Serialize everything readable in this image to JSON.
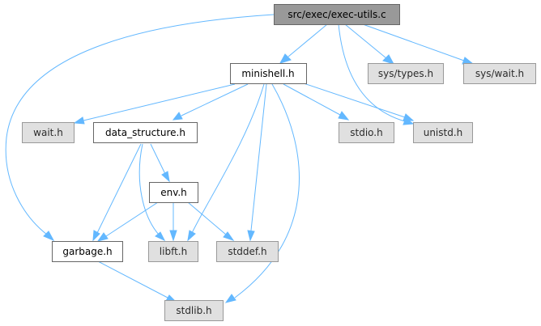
{
  "graph": {
    "root": "src/exec/exec-utils.c",
    "nodes": {
      "root": "src/exec/exec-utils.c",
      "minishell": "minishell.h",
      "sys_types": "sys/types.h",
      "sys_wait": "sys/wait.h",
      "wait": "wait.h",
      "data_structure": "data_structure.h",
      "stdio": "stdio.h",
      "unistd": "unistd.h",
      "env": "env.h",
      "garbage": "garbage.h",
      "libft": "libft.h",
      "stddef": "stddef.h",
      "stdlib": "stdlib.h"
    },
    "edges": [
      [
        "root",
        "minishell"
      ],
      [
        "root",
        "sys_types"
      ],
      [
        "root",
        "sys_wait"
      ],
      [
        "root",
        "unistd"
      ],
      [
        "root",
        "garbage"
      ],
      [
        "minishell",
        "wait"
      ],
      [
        "minishell",
        "data_structure"
      ],
      [
        "minishell",
        "stdio"
      ],
      [
        "minishell",
        "unistd"
      ],
      [
        "minishell",
        "libft"
      ],
      [
        "minishell",
        "stddef"
      ],
      [
        "minishell",
        "stdlib"
      ],
      [
        "data_structure",
        "env"
      ],
      [
        "data_structure",
        "garbage"
      ],
      [
        "data_structure",
        "libft"
      ],
      [
        "env",
        "garbage"
      ],
      [
        "env",
        "libft"
      ],
      [
        "env",
        "stddef"
      ],
      [
        "garbage",
        "stdlib"
      ]
    ]
  }
}
